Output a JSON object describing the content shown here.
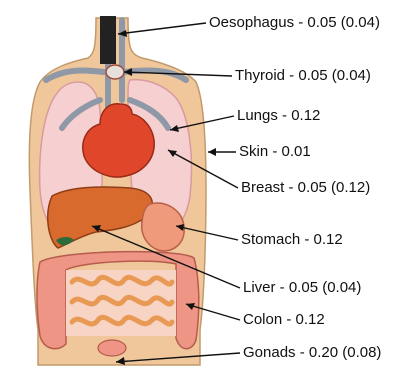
{
  "labels": {
    "oesophagus": "Oesophagus - 0.05 (0.04)",
    "thyroid": "Thyroid - 0.05 (0.04)",
    "lungs": "Lungs - 0.12",
    "skin": "Skin - 0.01",
    "breast": "Breast - 0.05 (0.12)",
    "stomach": "Stomach - 0.12",
    "liver": "Liver - 0.05 (0.04)",
    "colon": "Colon - 0.12",
    "gonads": "Gonads - 0.20 (0.08)"
  },
  "colors": {
    "skin": "#efc79a",
    "lungs": "#f6cfd0",
    "heart": "#e0472a",
    "liver": "#d86a2e",
    "stomach": "#ef9a7a",
    "intestine": "#ee9585",
    "vessels": "#8e98a6",
    "oesophagus": "#222222",
    "leader_line": "#111111"
  }
}
